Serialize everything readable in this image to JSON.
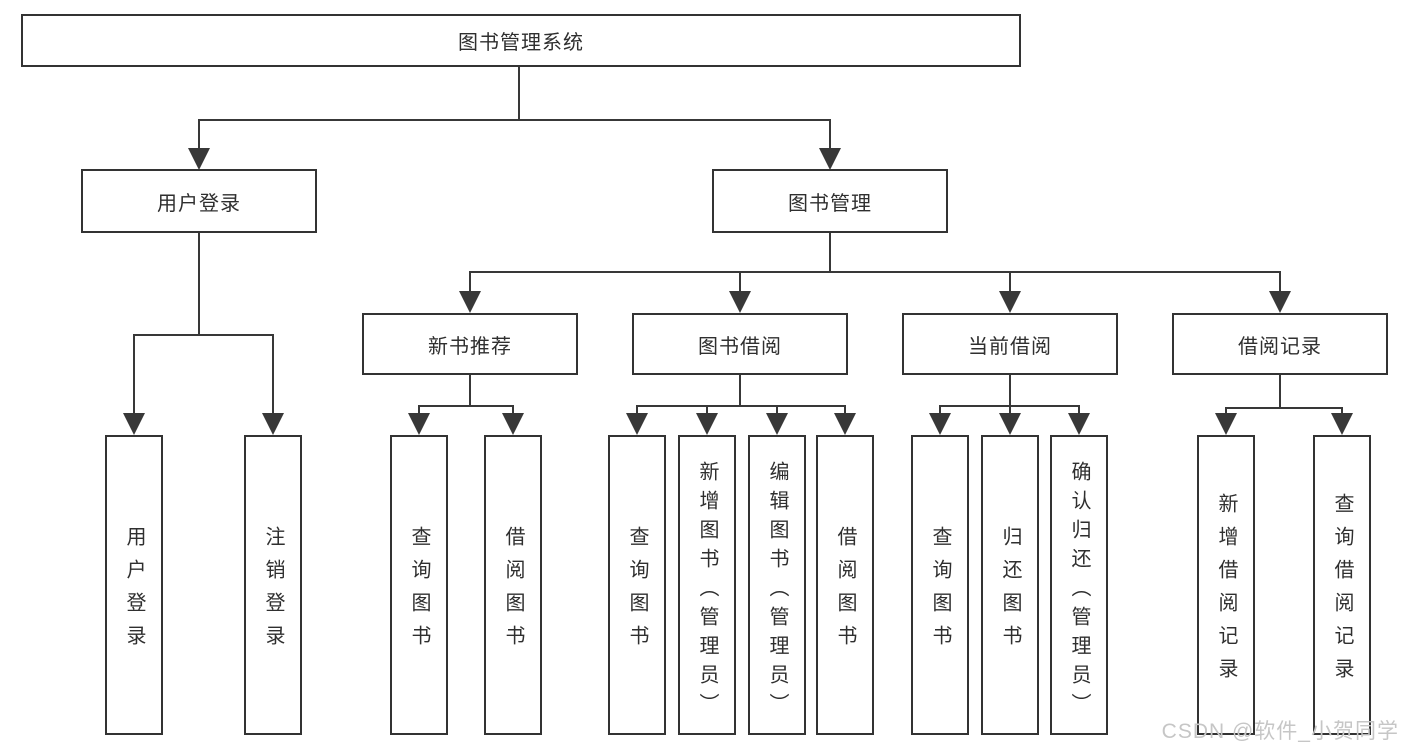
{
  "tree": {
    "root": {
      "label": "图书管理系统"
    },
    "branches": [
      {
        "label": "用户登录",
        "children": [
          {
            "label": "用户登录"
          },
          {
            "label": "注销登录"
          }
        ]
      },
      {
        "label": "图书管理",
        "children": [
          {
            "label": "新书推荐",
            "children": [
              {
                "label": "查询图书"
              },
              {
                "label": "借阅图书"
              }
            ]
          },
          {
            "label": "图书借阅",
            "children": [
              {
                "label": "查询图书"
              },
              {
                "label": "新增图书（管理员）"
              },
              {
                "label": "编辑图书（管理员）"
              },
              {
                "label": "借阅图书"
              }
            ]
          },
          {
            "label": "当前借阅",
            "children": [
              {
                "label": "查询图书"
              },
              {
                "label": "归还图书"
              },
              {
                "label": "确认归还（管理员）"
              }
            ]
          },
          {
            "label": "借阅记录",
            "children": [
              {
                "label": "新增借阅记录"
              },
              {
                "label": "查询借阅记录"
              }
            ]
          }
        ]
      }
    ]
  },
  "watermark": {
    "text": "CSDN @软件_小贺同学",
    "color": "#c6c6c6"
  },
  "colors": {
    "line": "#383838",
    "box_border": "#333333",
    "box_fill": "#ffffff",
    "text": "#2f2f2f",
    "background": "#ffffff"
  }
}
